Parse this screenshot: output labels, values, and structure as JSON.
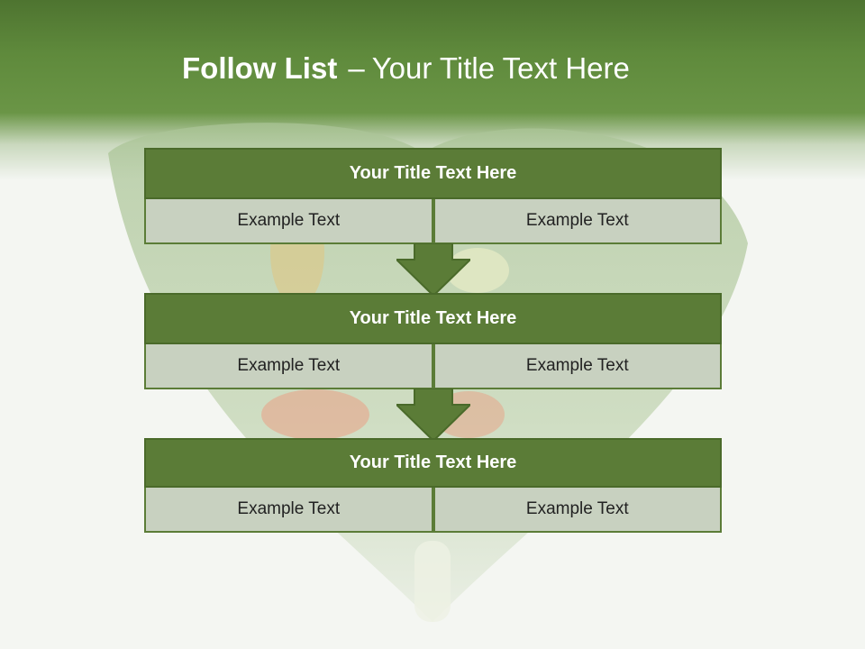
{
  "header": {
    "title_bold": "Follow List",
    "title_separator": "–",
    "title_rest": "Your Title Text Here"
  },
  "blocks": [
    {
      "title": "Your Title Text Here",
      "cells": [
        "Example Text",
        "Example Text"
      ]
    },
    {
      "title": "Your Title Text Here",
      "cells": [
        "Example Text",
        "Example Text"
      ]
    },
    {
      "title": "Your Title Text Here",
      "cells": [
        "Example Text",
        "Example Text"
      ]
    }
  ],
  "colors": {
    "header_green": "#5f8a3c",
    "block_title_bg": "#5b7c37",
    "cell_bg": "#c8d1c0",
    "arrow": "#5b7c37"
  }
}
